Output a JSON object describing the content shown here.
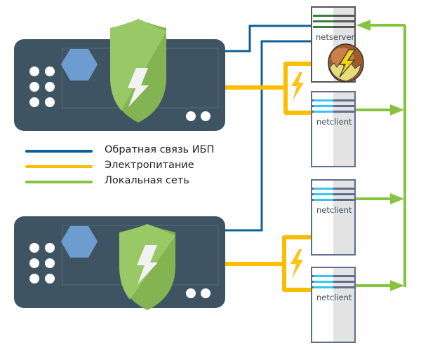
{
  "colors": {
    "ups_body": "#3f5462",
    "ups_panel_border": "#566a78",
    "ups_dot": "#ffffff",
    "hexagon": "#6d9ccf",
    "shield_light": "#9ccc6b",
    "shield_dark": "#84b452",
    "bolt_white": "#f2f2f2",
    "feedback_line": "#0e6098",
    "power_line": "#fbbd00",
    "lan_line": "#86c440",
    "server_border": "#555555",
    "server_stripe": "#3b7d3b",
    "client_border": "#5d6d8d",
    "client_stripe": "#33c6ef",
    "panel_gray": "#e3e3e3",
    "power_bolt": "#fbc417"
  },
  "ups_devices": [
    {
      "name": "ups-top",
      "icon": "shield-bolt-icon"
    },
    {
      "name": "ups-bottom",
      "icon": "shield-bolt-icon"
    }
  ],
  "legend": [
    {
      "key": "feedback",
      "label": "Обратная связь ИБП"
    },
    {
      "key": "power",
      "label": "Электропитание"
    },
    {
      "key": "lan",
      "label": "Локальная сеть"
    }
  ],
  "hosts": [
    {
      "type": "server",
      "label": "netserver",
      "badge": "shutdown-app-icon"
    },
    {
      "type": "client",
      "label": "netclient"
    },
    {
      "type": "client",
      "label": "netclient"
    },
    {
      "type": "client",
      "label": "netclient"
    }
  ]
}
